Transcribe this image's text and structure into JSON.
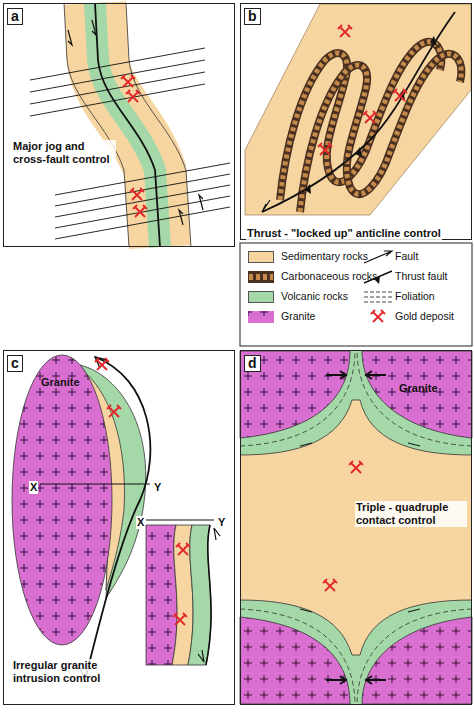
{
  "diagram": {
    "nodes": [
      {
        "text": [
          "a",
          "Major jog and cross-fault control"
        ]
      },
      {
        "text": [
          "b",
          "Thrust - \"locked up\" anticline control"
        ]
      },
      {
        "text": [
          "c",
          "Irregular granite intrusion control"
        ]
      },
      {
        "text": [
          "d",
          "Triple - quadruple contact control"
        ]
      }
    ],
    "labels": [
      "Granite",
      "X",
      "Y",
      "X",
      "Y",
      "Granite"
    ],
    "legend": [
      {
        "text": "Sedimentary rocks",
        "color": "#f6d5a0"
      },
      {
        "text": "Carbonaceous rocks"
      },
      {
        "text": "Volcanic rocks",
        "color": "#a4d8a8"
      },
      {
        "text": "Granite",
        "color": "#d96fd1"
      },
      {
        "text": "Fault"
      },
      {
        "text": "Thrust fault"
      },
      {
        "text": "Foliation"
      },
      {
        "text": "Gold deposit"
      }
    ]
  }
}
